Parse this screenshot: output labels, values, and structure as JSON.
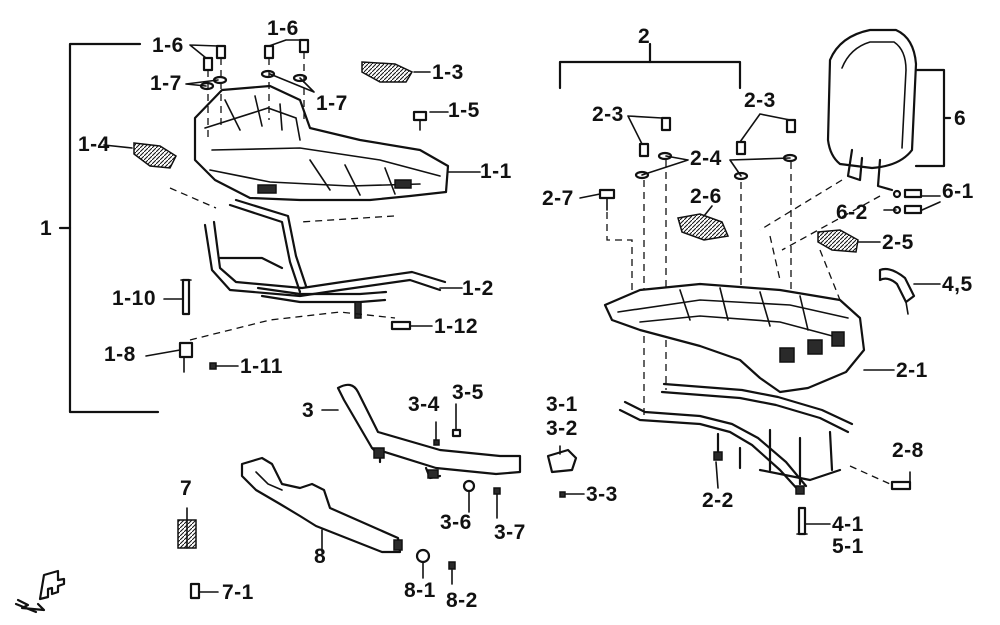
{
  "labels": {
    "l_1": "1",
    "l_1_1": "1-1",
    "l_1_2": "1-2",
    "l_1_3": "1-3",
    "l_1_4": "1-4",
    "l_1_5": "1-5",
    "l_1_6a": "1-6",
    "l_1_6b": "1-6",
    "l_1_7a": "1-7",
    "l_1_7b": "1-7",
    "l_1_8": "1-8",
    "l_1_10": "1-10",
    "l_1_11": "1-11",
    "l_1_12": "1-12",
    "l_2": "2",
    "l_2_1": "2-1",
    "l_2_2": "2-2",
    "l_2_3a": "2-3",
    "l_2_3b": "2-3",
    "l_2_4": "2-4",
    "l_2_5": "2-5",
    "l_2_6": "2-6",
    "l_2_7": "2-7",
    "l_2_8": "2-8",
    "l_3": "3",
    "l_3_1": "3-1",
    "l_3_2": "3-2",
    "l_3_3": "3-3",
    "l_3_4": "3-4",
    "l_3_5": "3-5",
    "l_3_6": "3-6",
    "l_3_7": "3-7",
    "l_4_1": "4-1",
    "l_4_5": "4,5",
    "l_5_1": "5-1",
    "l_6": "6",
    "l_6_1": "6-1",
    "l_6_2": "6-2",
    "l_7": "7",
    "l_7_1": "7-1",
    "l_8": "8",
    "l_8_1": "8-1",
    "l_8_2": "8-2"
  },
  "front_mark": "F"
}
